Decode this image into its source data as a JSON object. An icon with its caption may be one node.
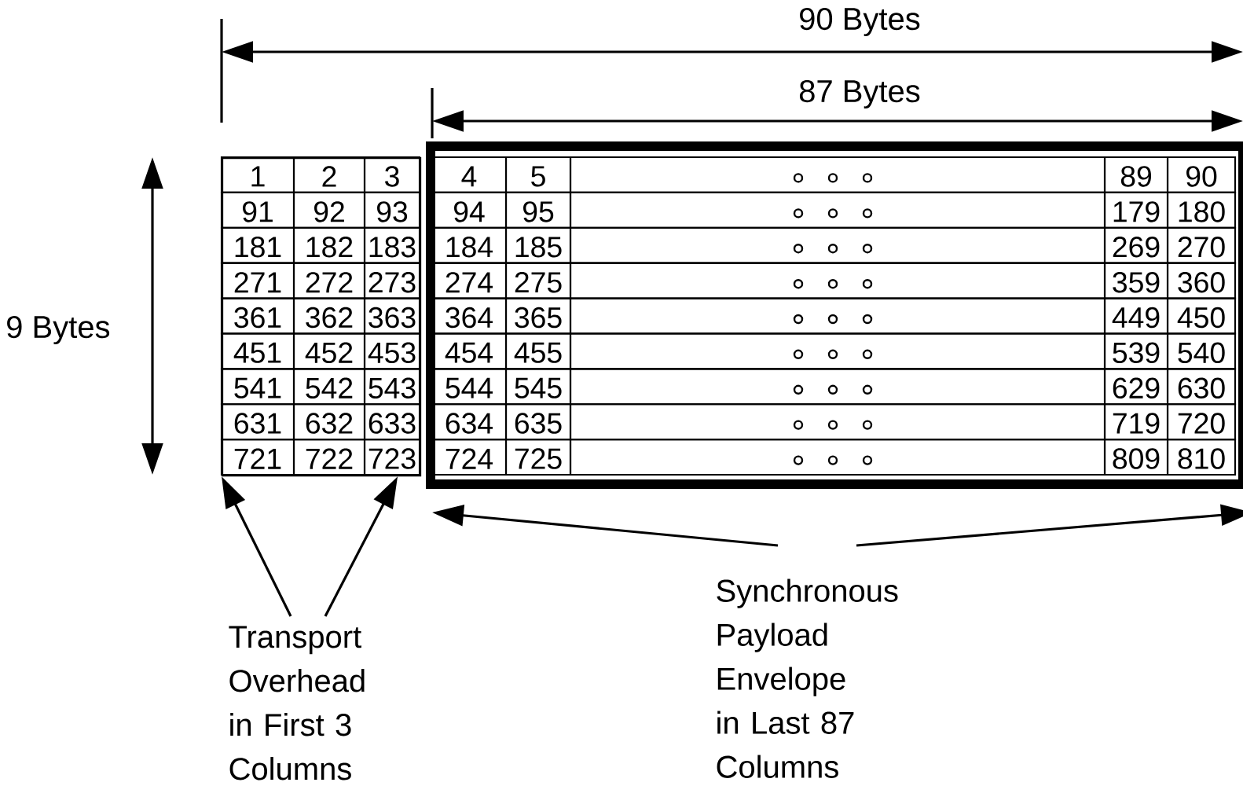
{
  "diagram": {
    "nodes": [
      {
        "text": [],
        "shape": "box"
      },
      {
        "text": [],
        "shape": "box"
      },
      {
        "text": [
          "Transport Overhead in First 3 Columns"
        ]
      },
      {
        "text": [
          "Synchronous Payload Envelope in Last 87 Columns"
        ]
      }
    ],
    "edges": [
      {
        "from": 2,
        "to": 0,
        "arrow": "to"
      },
      {
        "from": 2,
        "to": 0,
        "arrow": "to"
      },
      {
        "from": 3,
        "to": 1,
        "arrow": "to"
      },
      {
        "from": 3,
        "to": 1,
        "arrow": "to"
      }
    ],
    "labels": [
      "90 Bytes",
      "87 Bytes",
      "9 Bytes",
      "1",
      "2",
      "3",
      "4",
      "5",
      "89",
      "90",
      "91",
      "92",
      "93",
      "94",
      "95",
      "179",
      "180",
      "181",
      "182",
      "183",
      "184",
      "185",
      "269",
      "270",
      "271",
      "272",
      "273",
      "274",
      "275",
      "359",
      "360",
      "361",
      "362",
      "363",
      "364",
      "365",
      "449",
      "450",
      "451",
      "452",
      "453",
      "454",
      "455",
      "539",
      "540",
      "541",
      "542",
      "543",
      "544",
      "545",
      "629",
      "630",
      "631",
      "632",
      "633",
      "634",
      "635",
      "719",
      "720",
      "721",
      "722",
      "723",
      "724",
      "725",
      "809",
      "810"
    ]
  }
}
